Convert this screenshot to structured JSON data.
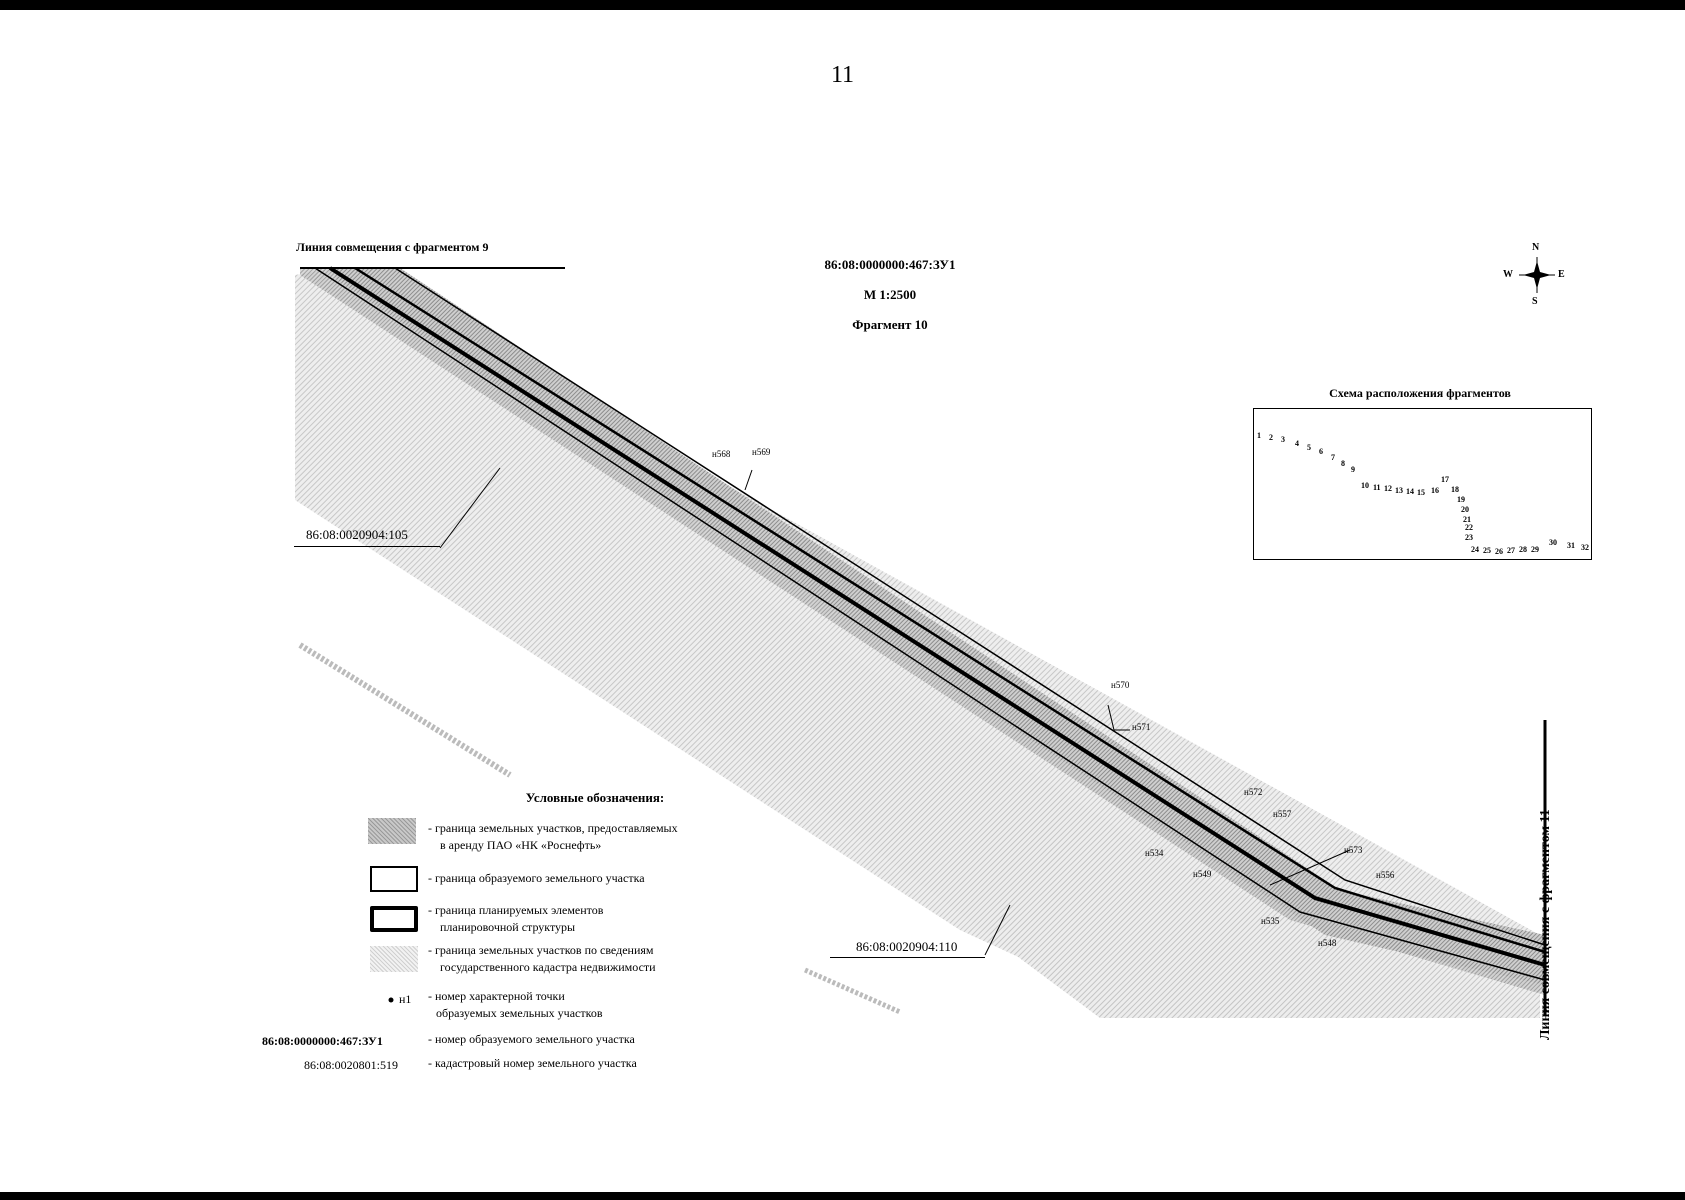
{
  "page_number": "11",
  "header": {
    "plot_id": "86:08:0000000:467:ЗУ1",
    "scale": "М 1:2500",
    "fragment": "Фрагмент 10"
  },
  "match_line_left": "Линия совмещения с фрагментом 9",
  "match_line_right": "Линия совмещения с фрагментом 11",
  "compass": {
    "n": "N",
    "s": "S",
    "w": "W",
    "e": "E"
  },
  "cadastral_labels": [
    "86:08:0020904:105",
    "86:08:0020904:110"
  ],
  "points": [
    "н568",
    "н569",
    "н570",
    "н571",
    "н572",
    "н557",
    "н534",
    "н549",
    "н573",
    "н556",
    "н535",
    "н548"
  ],
  "schema": {
    "title": "Схема расположения фрагментов",
    "numbers": [
      "1",
      "2",
      "3",
      "4",
      "5",
      "6",
      "7",
      "8",
      "9",
      "10",
      "11",
      "12",
      "13",
      "14",
      "15",
      "16",
      "17",
      "18",
      "19",
      "20",
      "21",
      "22",
      "23",
      "24",
      "25",
      "26",
      "27",
      "28",
      "29",
      "30",
      "31",
      "32"
    ]
  },
  "legend": {
    "title": "Условные обозначения:",
    "items": [
      {
        "line1": "- граница земельных участков, предоставляемых",
        "line2": "в аренду ПАО «НК «Роснефть»"
      },
      {
        "line1": "- граница образуемого земельного участка",
        "line2": ""
      },
      {
        "line1": "- граница планируемых элементов",
        "line2": "планировочной структуры"
      },
      {
        "line1": "- граница земельных участков по сведениям",
        "line2": "государственного кадастра недвижимости"
      },
      {
        "line1": "- номер характерной точки",
        "line2": "образуемых земельных участков"
      }
    ],
    "point_example": "н1",
    "plot_example_code": "86:08:0000000:467:ЗУ1",
    "plot_example_text": "- номер образуемого земельного участка",
    "cadastral_example_code": "86:08:0020801:519",
    "cadastral_example_text": "- кадастровый номер земельного участка"
  }
}
